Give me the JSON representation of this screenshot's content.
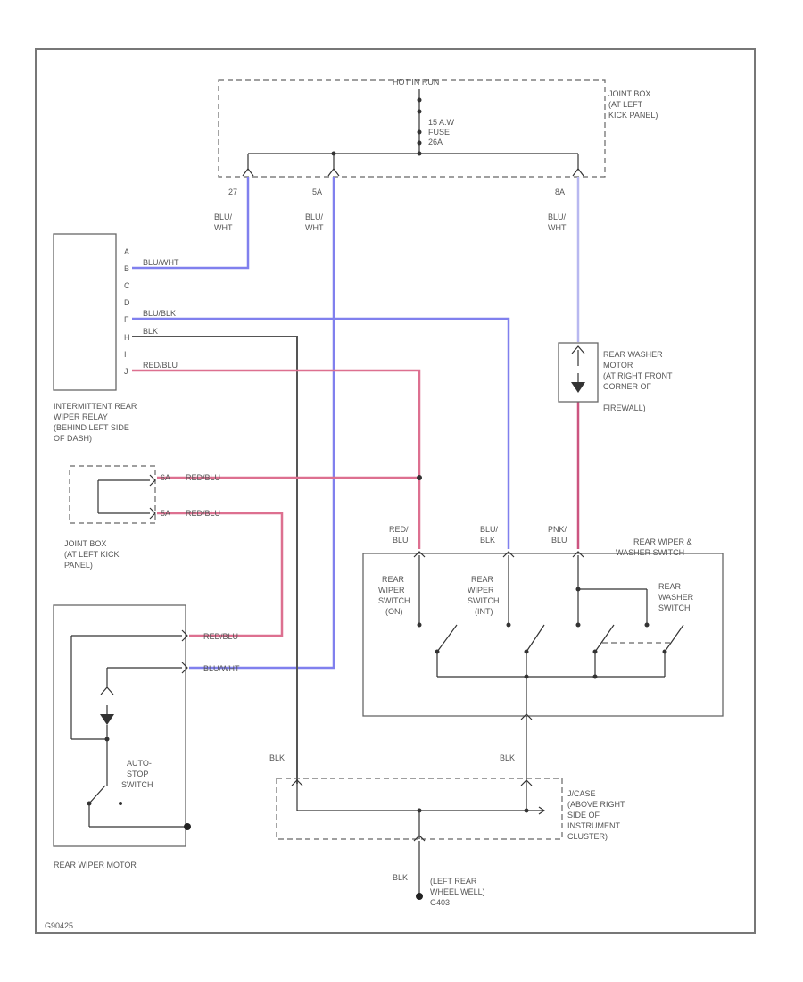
{
  "colors": {
    "blu": "#8080ee",
    "red": "#dd7090",
    "blk": "#555555",
    "pnk": "#b8b8f0",
    "red_v": "#cc5580"
  },
  "labels": {
    "hot_in_run": "HOT IN RUN",
    "fuse": [
      "15 A.W",
      "FUSE",
      "26A"
    ],
    "joint_box_top": [
      "JOINT BOX",
      "(AT LEFT",
      "KICK PANEL)"
    ],
    "pin_left": "27",
    "pin_mid": "5A",
    "pin_right": "8A",
    "wire_left": [
      "BLU/",
      "WHT"
    ],
    "wire_mid": [
      "BLU/",
      "WHT"
    ],
    "wire_right": [
      "BLU/",
      "WHT"
    ],
    "relay_pins": [
      "A",
      "B",
      "C",
      "D",
      "F",
      "H",
      "I",
      "J"
    ],
    "relay_wire_b": "BLU/WHT",
    "relay_wire_f": "BLU/BLK",
    "relay_wire_h": "BLK",
    "relay_wire_j": "RED/BLU",
    "relay_caption": [
      "INTERMITTENT REAR",
      "WIPER RELAY",
      "(BEHIND LEFT SIDE",
      "OF DASH)"
    ],
    "jb_left_pins": [
      "6A",
      "5A"
    ],
    "jb_left_wire_1": "RED/BLU",
    "jb_left_wire_2": "RED/BLU",
    "jb_left_caption": [
      "JOINT BOX",
      "(AT LEFT KICK",
      "PANEL)"
    ],
    "washer_motor": [
      "REAR WASHER",
      "MOTOR",
      "(AT RIGHT FRONT",
      "CORNER OF",
      "FIREWALL)"
    ],
    "switch_title": [
      "REAR WIPER &",
      "WASHER SWITCH"
    ],
    "sw_in_red": [
      "RED/",
      "BLU"
    ],
    "sw_in_blu": [
      "BLU/",
      "BLK"
    ],
    "sw_in_pnk": [
      "PNK/",
      "BLU"
    ],
    "sw_wiper_on": [
      "REAR",
      "WIPER",
      "SWITCH",
      "(ON)"
    ],
    "sw_wiper_int": [
      "REAR",
      "WIPER",
      "SWITCH",
      "(INT)"
    ],
    "sw_washer": [
      "REAR",
      "WASHER",
      "SWITCH"
    ],
    "motor_wire_1": "RED/BLU",
    "motor_wire_2": "BLU/WHT",
    "auto_stop": [
      "AUTO-",
      "STOP",
      "SWITCH"
    ],
    "motor_caption": "REAR WIPER MOTOR",
    "blk_left": "BLK",
    "blk_right": "BLK",
    "blk_bottom": "BLK",
    "jcase": [
      "J/CASE",
      "(ABOVE RIGHT",
      "SIDE OF",
      "INSTRUMENT",
      "CLUSTER)"
    ],
    "ground": [
      "(LEFT REAR",
      "WHEEL WELL)",
      "G403"
    ],
    "figure_id": "G90425"
  }
}
